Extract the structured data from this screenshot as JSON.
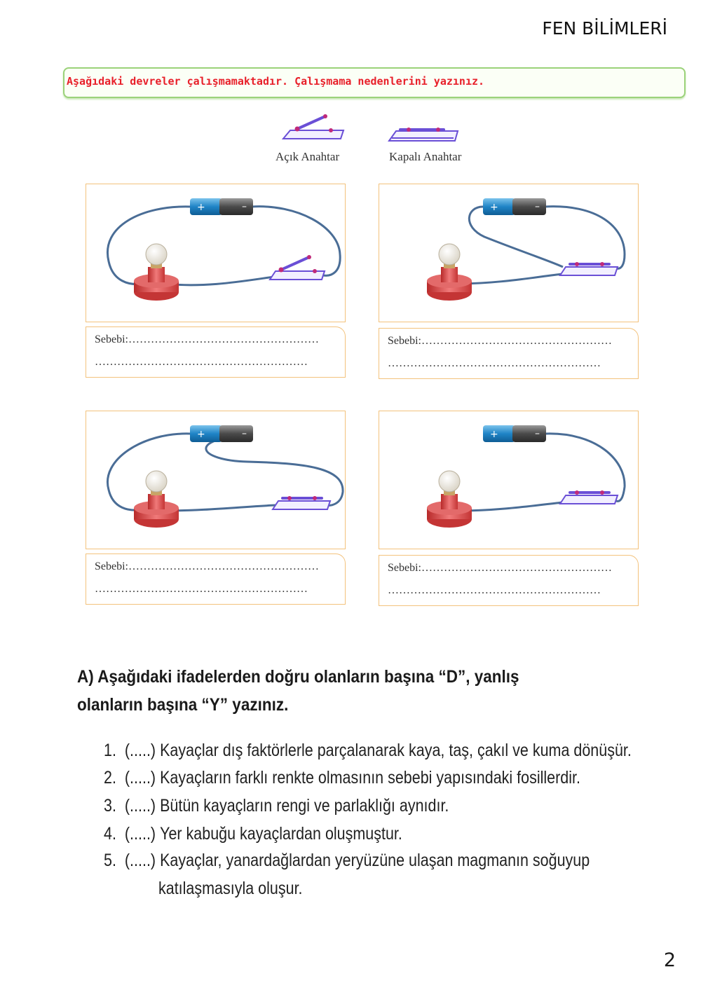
{
  "header": {
    "subject": "FEN BİLİMLERİ"
  },
  "instruction": "Aşağıdaki devreler çalışmamaktadır. Çalışmama nedenlerini yazınız.",
  "legend": {
    "open_switch": "Açık Anahtar",
    "closed_switch": "Kapalı Anahtar"
  },
  "circuits": [
    {
      "reason_label": "Sebebi:……………………………………………",
      "reason_line2": "…………………………………………………"
    },
    {
      "reason_label": "Sebebi:……………………………………………",
      "reason_line2": "…………………………………………………"
    },
    {
      "reason_label": "Sebebi:……………………………………………",
      "reason_line2": "…………………………………………………"
    },
    {
      "reason_label": "Sebebi:……………………………………………",
      "reason_line2": "…………………………………………………"
    }
  ],
  "section_a": {
    "title": "A) Aşağıdaki ifadelerden doğru olanların başına “D”, yanlış olanların başına “Y” yazınız.",
    "items": [
      {
        "num": "1.",
        "blank": "(.....)",
        "text": "Kayaçlar dış faktörlerle parçalanarak kaya, taş, çakıl ve kuma dönüşür."
      },
      {
        "num": "2.",
        "blank": "(.....)",
        "text": "Kayaçların farklı renkte olmasının sebebi yapısındaki fosillerdir."
      },
      {
        "num": "3.",
        "blank": "(.....)",
        "text": "Bütün kayaçların rengi ve parlaklığı aynıdır."
      },
      {
        "num": "4.",
        "blank": "(.....)",
        "text": "Yer kabuğu kayaçlardan oluşmuştur."
      },
      {
        "num": "5.",
        "blank": "(.....)",
        "text": "Kayaçlar, yanardağlardan yeryüzüne ulaşan magmanın soğuyup",
        "continuation": "katılaşmasıyla oluşur."
      }
    ]
  },
  "page_number": "2"
}
